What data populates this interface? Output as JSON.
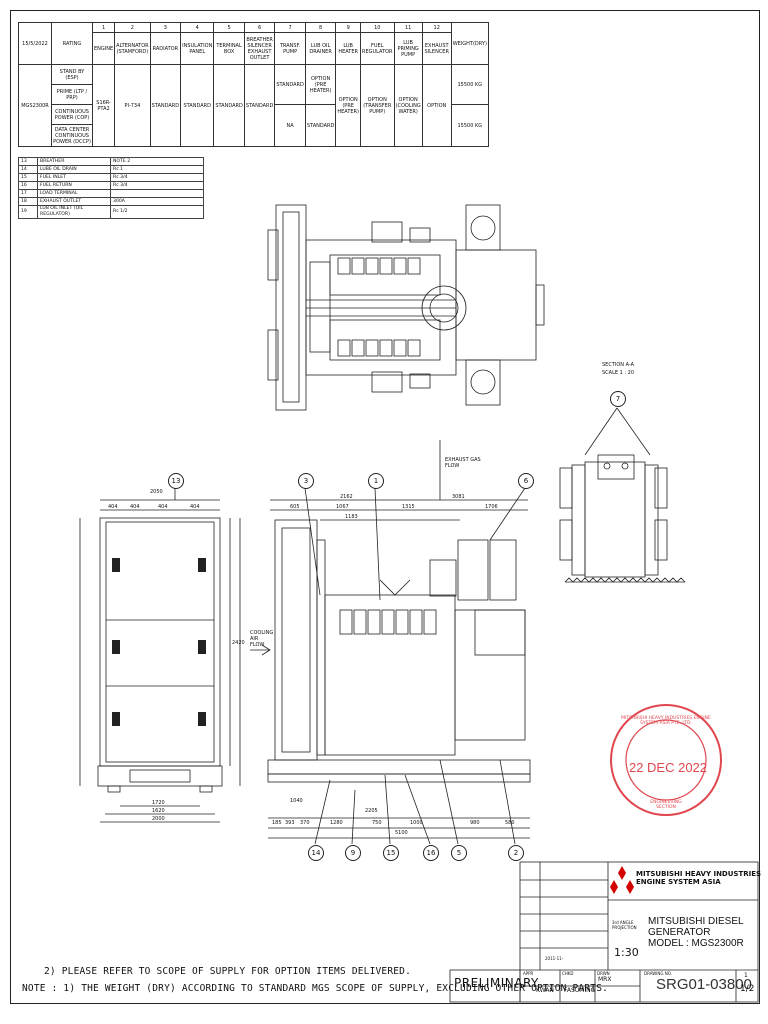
{
  "spec_table": {
    "date": "15/5/2022",
    "rating_header": "RATING",
    "col_numbers": [
      "1",
      "2",
      "3",
      "4",
      "5",
      "6",
      "7",
      "8",
      "9",
      "10",
      "11",
      "12"
    ],
    "col_headers": [
      "ENGINE",
      "ALTERNATOR (STAMFORD)",
      "RADIATOR",
      "INSULATION PANEL",
      "TERMINAL BOX",
      "BREATHER SILENCER EXHAUST OUTLET",
      "TRANSF. PUMP",
      "LUB OIL DRAINER",
      "LUB HEATER",
      "FUEL REGULATOR",
      "LUB PRIMING PUMP",
      "EXHAUST SILENCER"
    ],
    "weight_header": "WEIGHT(DRY)",
    "model": "MGS2300R",
    "engine": "S16R-PTA2",
    "alternator": "PI-734",
    "ratings": [
      "STAND BY (ESP)",
      "PRIME (LTP / PRP)",
      "CONTINUOUS POWER (COP)",
      "DATA CENTER CONTINUOUS POWER (DCCP)"
    ],
    "standard": "STANDARD",
    "option": "OPTION",
    "option_preheater": "OPTION (PRE HEATER)",
    "option_transfer": "OPTION (TRANSFER PUMP)",
    "option_cooling": "OPTION (COOLING WATER)",
    "na": "NA",
    "weight_1": "15500 KG",
    "weight_2": "15500 KG"
  },
  "connection_table": [
    {
      "no": "13",
      "name": "BREATHER",
      "size": "NOTE 2"
    },
    {
      "no": "14",
      "name": "LUBE OIL DRAIN",
      "size": "Rc 1"
    },
    {
      "no": "15",
      "name": "FUEL INLET",
      "size": "Rc 3/4"
    },
    {
      "no": "16",
      "name": "FUEL RETURN",
      "size": "Rc 3/4"
    },
    {
      "no": "17",
      "name": "LOAD TERMINAL",
      "size": ""
    },
    {
      "no": "18",
      "name": "EXHAUST OUTLET",
      "size": "300A"
    },
    {
      "no": "19",
      "name": "LUB OIL INLET (OIL REGULATOR)",
      "size": "Rc 1/2"
    }
  ],
  "section_label": "SECTION A-A",
  "section_scale": "SCALE 1 : 20",
  "exhaust_label": "EXHAUST GAS FLOW",
  "cooling_label": "COOLING AIR FLOW",
  "balloons": {
    "b7": "7",
    "b13": "13",
    "b3": "3",
    "b1": "1",
    "b6": "6",
    "b14": "14",
    "b9": "9",
    "b15": "15",
    "b16": "16",
    "b5": "5",
    "b2": "2"
  },
  "dims": {
    "front_total": "2050",
    "front_sub": [
      "404",
      "404",
      "404",
      "404"
    ],
    "height_total": "2420",
    "base_a": "1720",
    "base_b": "1620",
    "base_c": "2000",
    "side_top_a": "2162",
    "side_top_b": "3081",
    "side_mid": [
      "605",
      "1067",
      "1315",
      "1706"
    ],
    "side_mid2": "1183",
    "side_bottom": [
      "185",
      "393",
      "370",
      "1280",
      "750",
      "1000",
      "980",
      "580"
    ],
    "side_total": "5100",
    "side_b2": "2205",
    "side_b3": "1040"
  },
  "stamp": {
    "ring_text": "MITSUBISHI HEAVY INDUSTRIES ENGINE SYSTEM ASIA PTE. LTD.",
    "date": "22 DEC 2022",
    "bottom_text": "ENGINEERING SECTION"
  },
  "notes": {
    "note2": "2) PLEASE REFER TO SCOPE OF SUPPLY FOR OPTION ITEMS DELIVERED.",
    "note1": "NOTE : 1) THE WEIGHT (DRY) ACCORDING TO STANDARD MGS SCOPE OF SUPPLY, EXCLUDING OTHER OPTION PARTS."
  },
  "title_block": {
    "company_line1": "MITSUBISHI HEAVY INDUSTRIES",
    "company_line2": "ENGINE SYSTEM ASIA",
    "title_line1": "MITSUBISHI DIESEL GENERATOR",
    "title_line2": "MODEL : MGS2300R",
    "scale": "1:30",
    "projection": "3rd ANGLE PROJECTION",
    "preliminary": "PRELIMINARY",
    "appr_label": "APPR",
    "chkd_label": "CHKD",
    "drwn_label": "DRWN",
    "drawing_no_label": "DRAWING NO.",
    "drawn_by": "KWAN",
    "checked_by": "FASUMING",
    "approved_by": "MRX",
    "date_val": "2011-11-",
    "drawing_no": "SRG01-03800",
    "sheet": "1/2",
    "rev": "1"
  },
  "colors": {
    "line": "#222222",
    "stamp": "#e0474f"
  }
}
